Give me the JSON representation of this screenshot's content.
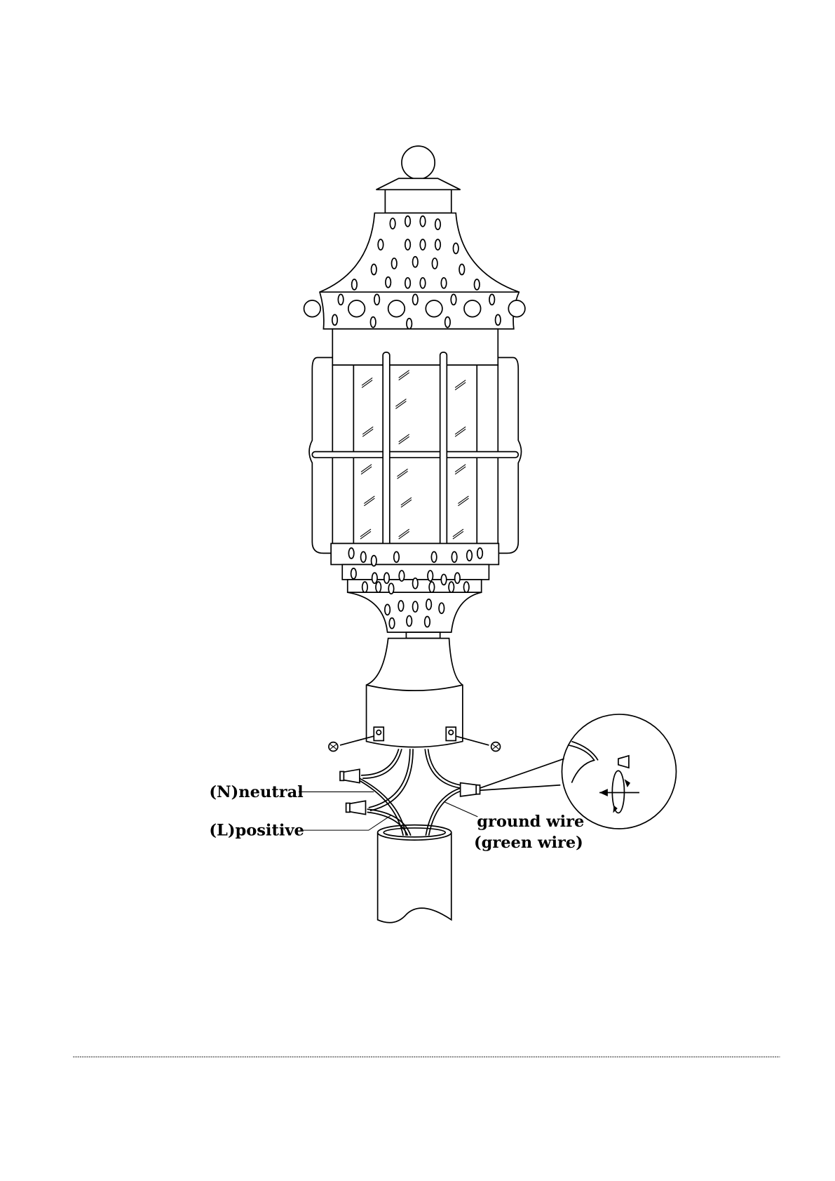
{
  "diagram": {
    "title": "Post lantern wiring installation",
    "labels": {
      "neutral": "(N)neutral",
      "positive": "(L)positive",
      "ground_line1": "ground wire",
      "ground_line2": "(green wire)"
    }
  }
}
